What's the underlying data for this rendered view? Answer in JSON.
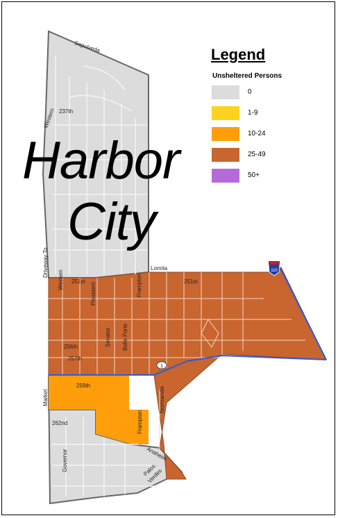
{
  "legend": {
    "title": "Legend",
    "subtitle": "Unsheltered Persons",
    "items": [
      {
        "label": "0",
        "color": "#dcdcdc"
      },
      {
        "label": "1-9",
        "color": "#ffd21f"
      },
      {
        "label": "10-24",
        "color": "#ff9e0a"
      },
      {
        "label": "25-49",
        "color": "#c9652e"
      },
      {
        "label": "50+",
        "color": "#b66ad8"
      }
    ]
  },
  "area_title": {
    "line1": "Harbor",
    "line2": "City"
  },
  "streets": {
    "sepulveda": "Sepulveda",
    "w237": "237th",
    "western_top": "Western",
    "driveway": "Driveway To",
    "western": "Western",
    "w251a": "251st",
    "president": "President",
    "frampton_top": "Frampton",
    "lomita": "Lomita",
    "w251b": "251st",
    "senator": "Senator",
    "belle_porte": "Belle Porte",
    "w256": "256th",
    "w257": "257th",
    "market": "Market",
    "w259": "259th",
    "w262": "262nd",
    "frampton": "Frampton",
    "normandie": "Normandie",
    "governor": "Governor",
    "anaheim": "Anaheim",
    "palos": "Palos",
    "verdes": "Verdes"
  },
  "shields": {
    "interstate": "110",
    "state": "1"
  }
}
